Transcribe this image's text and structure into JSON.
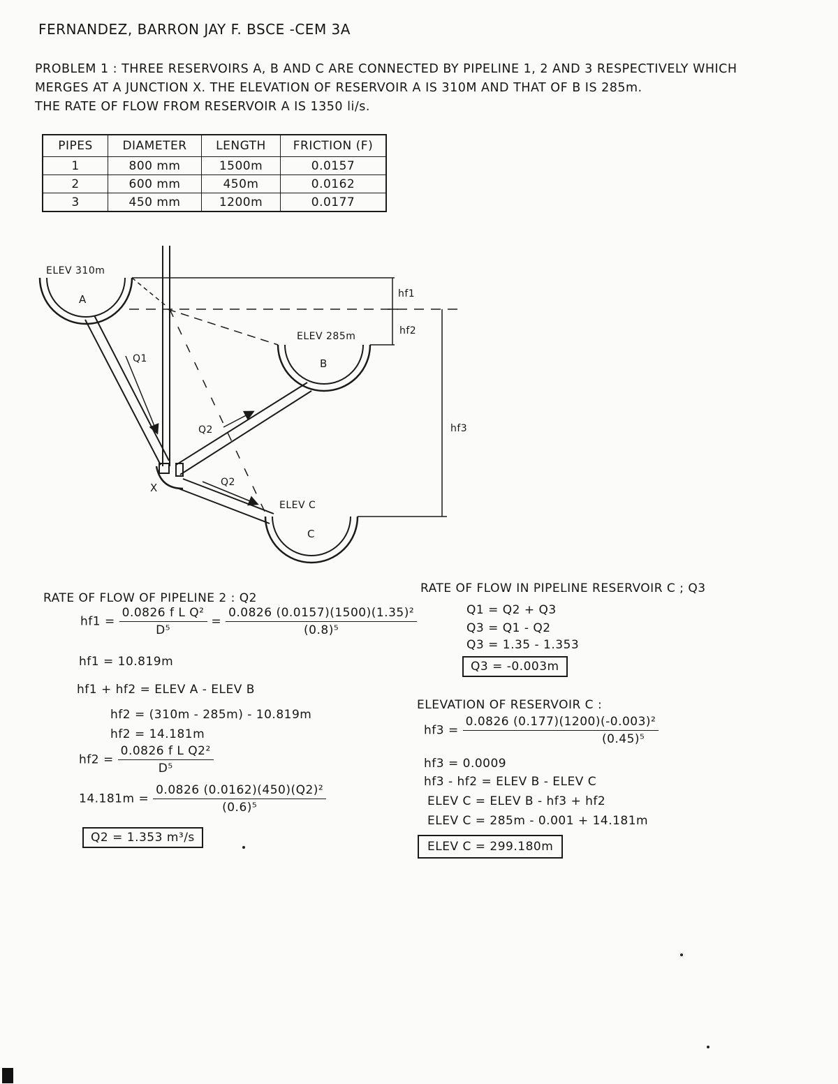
{
  "header": "FERNANDEZ, BARRON JAY F.  BSCE -CEM 3A",
  "problem": {
    "line1": "PROBLEM 1 : THREE RESERVOIRS A, B AND C ARE CONNECTED BY PIPELINE 1, 2 AND 3 RESPECTIVELY WHICH",
    "line2": "MERGES AT A JUNCTION X. THE ELEVATION OF RESERVOIR A IS 310M AND THAT OF B IS 285m.",
    "line3": "THE RATE OF FLOW FROM RESERVOIR A IS 1350 li/s."
  },
  "table": {
    "headers": [
      "PIPES",
      "DIAMETER",
      "LENGTH",
      "FRICTION (F)"
    ],
    "rows": [
      [
        "1",
        "800 mm",
        "1500m",
        "0.0157"
      ],
      [
        "2",
        "600 mm",
        "450m",
        "0.0162"
      ],
      [
        "3",
        "450 mm",
        "1200m",
        "0.0177"
      ]
    ]
  },
  "diagram": {
    "elev_a": "ELEV 310m",
    "res_a": "A",
    "elev_b": "ELEV 285m",
    "res_b": "B",
    "elev_c": "ELEV C",
    "res_c": "C",
    "junction": "X",
    "q1": "Q1",
    "q2a": "Q2",
    "q2b": "Q2",
    "hf1": "hf1",
    "hf2": "hf2",
    "hf3": "hf3"
  },
  "left": {
    "title": "RATE OF FLOW OF PIPELINE 2 : Q2",
    "hf1_label": "hf1 =",
    "hf1_num": "0.0826 f L Q²",
    "hf1_den": "D⁵",
    "eq": "=",
    "hf1_num2": "0.0826 (0.0157)(1500)(1.35)²",
    "hf1_den2": "(0.8)⁵",
    "hf1_result": "hf1 = 10.819m",
    "sum_line": "hf1 + hf2 = ELEV A - ELEV B",
    "hf2_calc": "hf2 = (310m - 285m) - 10.819m",
    "hf2_result": "hf2 = 14.181m",
    "hf2_label": "hf2 =",
    "hf2_num": "0.0826 f L Q2²",
    "hf2_den": "D⁵",
    "sub_label": "14.181m =",
    "sub_num": "0.0826 (0.0162)(450)(Q2)²",
    "sub_den": "(0.6)⁵",
    "answer": "Q2 = 1.353 m³/s"
  },
  "right": {
    "title": "RATE OF FLOW IN PIPELINE RESERVOIR C ; Q3",
    "l1": "Q1 = Q2 + Q3",
    "l2": "Q3 = Q1 - Q2",
    "l3": "Q3 = 1.35 - 1.353",
    "answer1": "Q3 = -0.003m",
    "title2": "ELEVATION OF RESERVOIR C :",
    "hf3_label": "hf3 =",
    "hf3_num": "0.0826 (0.177)(1200)(-0.003)²",
    "hf3_den": "(0.45)⁵",
    "l4": "hf3 = 0.0009",
    "l5": "hf3 - hf2 = ELEV B - ELEV C",
    "l6": "ELEV C = ELEV B - hf3 + hf2",
    "l7": "ELEV C = 285m - 0.001 + 14.181m",
    "answer2": "ELEV C = 299.180m"
  }
}
